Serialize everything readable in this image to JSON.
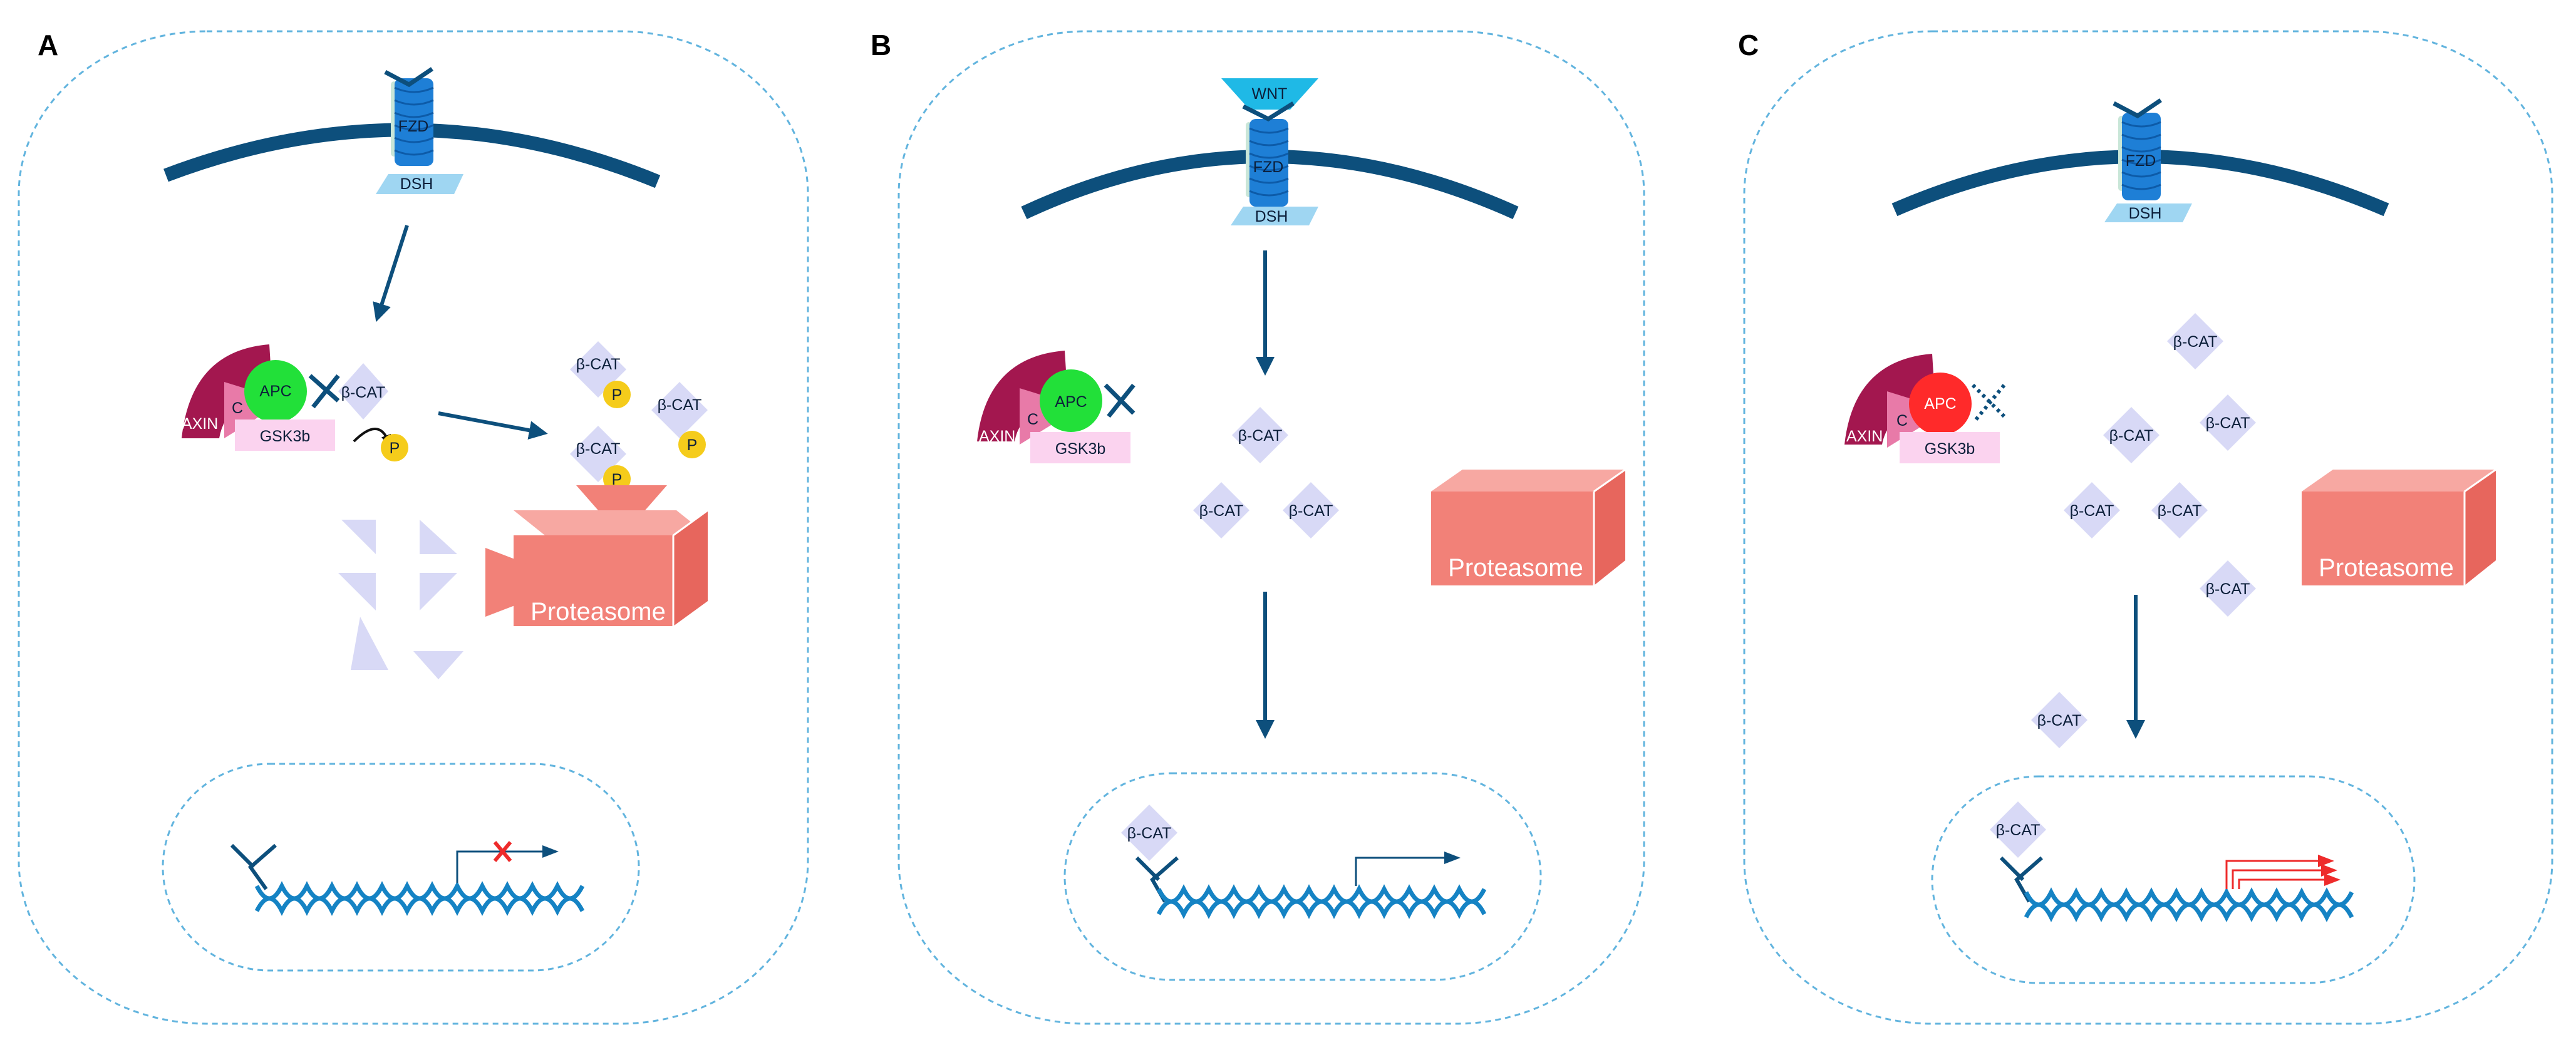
{
  "panels": [
    {
      "letter": "A",
      "receptor": "FZD",
      "dsh": "DSH",
      "complex": {
        "apc": "APC",
        "axin": "AXIN",
        "c": "C",
        "gsk": "GSK3b"
      },
      "bound_bcat": "β-CAT",
      "phospho": "P",
      "phospho_bcat": [
        "β-CAT",
        "β-CAT",
        "β-CAT"
      ],
      "proteasome": "Proteasome",
      "transcription": "blocked"
    },
    {
      "letter": "B",
      "ligand": "WNT",
      "receptor": "FZD",
      "dsh": "DSH",
      "complex": {
        "apc": "APC",
        "axin": "AXIN",
        "c": "C",
        "gsk": "GSK3b"
      },
      "cytoplasm_bcat": [
        "β-CAT",
        "β-CAT",
        "β-CAT"
      ],
      "nuclear_bcat": "β-CAT",
      "proteasome": "Proteasome",
      "transcription": "active"
    },
    {
      "letter": "C",
      "receptor": "FZD",
      "dsh": "DSH",
      "complex": {
        "apc": "APC",
        "axin": "AXIN",
        "c": "C",
        "gsk": "GSK3b",
        "apc_color": "#ff2a2a"
      },
      "cytoplasm_bcat": [
        "β-CAT",
        "β-CAT",
        "β-CAT",
        "β-CAT",
        "β-CAT",
        "β-CAT",
        "β-CAT"
      ],
      "nuclear_bcat": "β-CAT",
      "proteasome": "Proteasome",
      "transcription": "overactive"
    }
  ],
  "colors": {
    "membrane": "#0d4f7c",
    "receptor": "#1e7fd6",
    "dsh": "#9fd6f2",
    "wnt": "#1fb9e6",
    "apc_normal": "#22e039",
    "apc_mutant": "#ff2a2a",
    "axin": "#a3174f",
    "c_domain": "#e87aa8",
    "gsk": "#fbd3ef",
    "bcat": "#d8d9f6",
    "phospho": "#f5cc1b",
    "proteasome": "#f28178",
    "dna": "#1583c4",
    "cell_outline": "#62b4de",
    "arrow": "#0d4f7c",
    "red_arrow": "#ee2b2b"
  }
}
